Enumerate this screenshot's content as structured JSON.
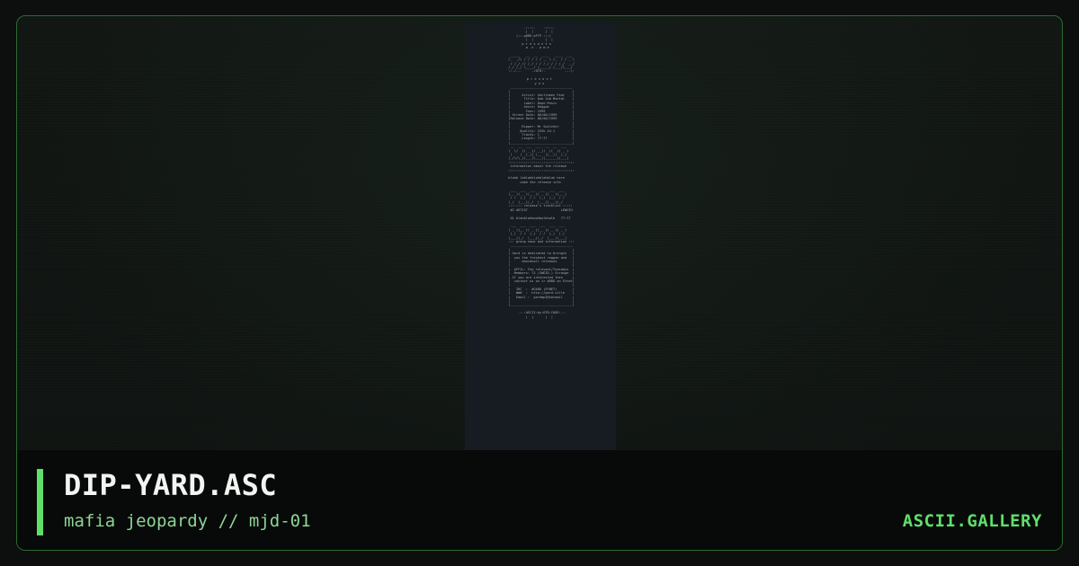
{
  "card": {
    "title": "DIP-YARD.ASC",
    "subtitle": "mafia jeopardy // mjd-01",
    "brand": "ASCII.GALLERY"
  },
  "preview": {
    "art_lines": [
      "         .::::.    .::::.          ",
      "          |  |      |  |           ",
      "     (::.gDRD.mFTP.:::)            ",
      "          |  |      |  |           ",
      "        p r e s e n t s            ",
      "          a  n . a m e             ",
      "                                   ",
      "  _____   __  __  ____   ____  ___ ",
      " /_  _/\\ / / / / / __ \\ /_  / / _ \\",
      "  / /_/ // /_/ / / /_/ / / /_/  __/",
      " /_/ /_/ \\____/ /_____/ /___/\\___/ ",
      " ::-/--.     .:DTD:.          .--\\:",
      "                                   ",
      "         p r e s e n t          ",
      "             y o u              ",
      "  ________________________________ ",
      " |                                |",
      " |      Artist: Gentlemen Feat    |",
      " |       Title: Dub Job Mental    |",
      " |       Label: Dope Music        |",
      " |       Genre: Reggae            |",
      " |        Year: 1999              |",
      " | Street Date: 00/00/1999        |",
      " |Release Date: 00/00/1999        |",
      " |                                |",
      " |      Ripper: Mr Switcher       |",
      " |     Quality: 192k 44.1         |",
      " |      Tracks: 1                 |",
      " |      Length: 77:77             |",
      " |________________________________|",
      "  __  __  ___  ___  __  __  ___    ",
      " (  \\/  )( _ )/ __)(  )(  )( _ )   ",
      "  )    (  )_)( (__  )(__)(  )_)    ",
      " (_/\\/\\_)(___)\\___)(______)(___)   ",
      " ::::::::::::::::::::::::::::::::::",
      "  information about the release    ",
      " ::::::::::::::::::::::::::::::::::",
      "                                   ",
      " blahb lablahblahblahblah here     ",
      "       come the release info       ",
      "                                   ",
      "  ___  ___  ___  ___  ___  ___     ",
      " (__ )( _ )(__ )( _ )( _ )(__ )    ",
      "  / /  )_)  / /  )_)  )_)  / /     ",
      " (_/  (___)(_/  (___)(___)(_/      ",
      " ::::::: release's tracklist ::::: ",
      "  #2 ARTIST                 LENGTH ",
      "                                   ",
      "  01 blahblahbaohbalkhalb   77:77  ",
      "                                   ",
      "  ___  ___  ___  ___  ___  ___     ",
      " ( _ )(__ )( _ )(__ )( _ )( _ )    ",
      "  )_)  / /  )_)  / /  )_)  )_)     ",
      " (___)(_/  (___)(_/  (___)(___)    ",
      " ::: group news and information :::",
      "  ________________________________ ",
      " |                                |",
      " | Gard is dedicated to bringin   |",
      " |  you the freshest reggae and   |",
      " |      dancehall releases        |",
      " |                                |",
      " |  AFFIL: Few relevant/Tuesdays  |",
      " |  Members: 72 (SWEID-) Strange  |",
      " | If you are interested then     |",
      " |  contact us on ir #DRD on Efnet|",
      " |                                |",
      " |   IRC  :  #GARD (EFNET)        |",
      " |   WWW  :  http://gard.ville    |",
      " |   Email :  gardmp3@hotmail     |",
      " |                                |",
      " |________________________________|",
      "                                   ",
      "      .:.:ASCII:by:DTD:CODE:.:.    ",
      "          |  |      |  |           "
    ]
  }
}
